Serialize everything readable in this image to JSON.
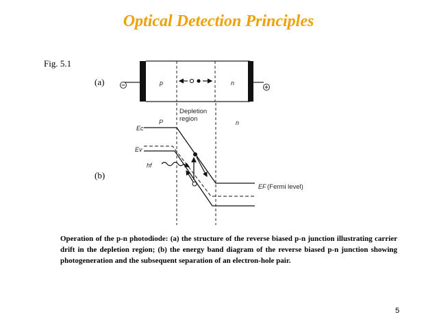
{
  "slide": {
    "title": "Optical Detection Principles",
    "fig_label": "Fig. 5.1",
    "label_a": "(a)",
    "label_b": "(b)",
    "page_number": "5",
    "title_color": "#f0a000"
  },
  "diagram_a": {
    "p_label": "p",
    "n_label": "n",
    "minus_sign": "⊖",
    "plus_sign": "⊕"
  },
  "diagram_b": {
    "depletion_line1": "Depletion",
    "depletion_line2": "region",
    "p_label": "P",
    "n_label": "n",
    "ec_label": "Ec",
    "ev_label": "Ev",
    "hf_label": "hf",
    "ef_label": "EF",
    "fermi_label": "(Fermi level)"
  },
  "caption": {
    "text": "Operation of the p-n photodiode: (a) the structure of the reverse biased p-n junction illustrating carrier drift in the depletion region; (b) the energy band diagram of the reverse biased p-n junction showing photogeneration and the subsequent separation of an electron-hole pair."
  }
}
